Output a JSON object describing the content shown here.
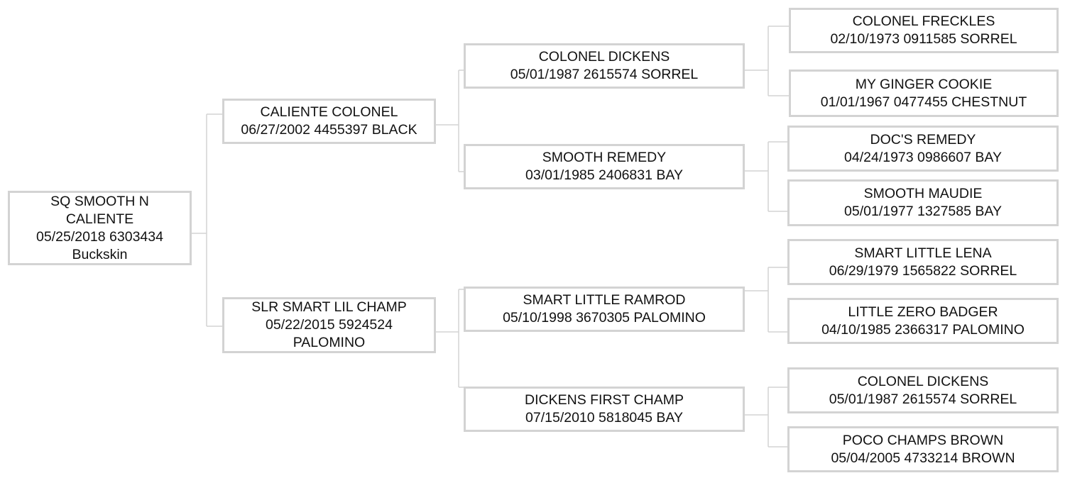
{
  "pedigree": {
    "root": {
      "lines": [
        "SQ SMOOTH N",
        "CALIENTE",
        "05/25/2018 6303434",
        "Buckskin"
      ]
    },
    "sire": {
      "lines": [
        "CALIENTE COLONEL",
        "06/27/2002 4455397 BLACK"
      ],
      "sire": {
        "lines": [
          "COLONEL DICKENS",
          "05/01/1987 2615574 SORREL"
        ],
        "sire": {
          "lines": [
            "COLONEL FRECKLES",
            "02/10/1973 0911585 SORREL"
          ]
        },
        "dam": {
          "lines": [
            "MY GINGER COOKIE",
            "01/01/1967 0477455 CHESTNUT"
          ]
        }
      },
      "dam": {
        "lines": [
          "SMOOTH REMEDY",
          "03/01/1985 2406831 BAY"
        ],
        "sire": {
          "lines": [
            "DOC'S REMEDY",
            "04/24/1973 0986607 BAY"
          ]
        },
        "dam": {
          "lines": [
            "SMOOTH MAUDIE",
            "05/01/1977 1327585 BAY"
          ]
        }
      }
    },
    "dam": {
      "lines": [
        "SLR SMART LIL CHAMP",
        "05/22/2015 5924524",
        "PALOMINO"
      ],
      "sire": {
        "lines": [
          "SMART LITTLE RAMROD",
          "05/10/1998 3670305 PALOMINO"
        ],
        "sire": {
          "lines": [
            "SMART LITTLE LENA",
            "06/29/1979 1565822 SORREL"
          ]
        },
        "dam": {
          "lines": [
            "LITTLE ZERO BADGER",
            "04/10/1985 2366317 PALOMINO"
          ]
        }
      },
      "dam": {
        "lines": [
          "DICKENS FIRST CHAMP",
          "07/15/2010 5818045 BAY"
        ],
        "sire": {
          "lines": [
            "COLONEL DICKENS",
            "05/01/1987 2615574 SORREL"
          ]
        },
        "dam": {
          "lines": [
            "POCO CHAMPS BROWN",
            "05/04/2005 4733214 BROWN"
          ]
        }
      }
    }
  },
  "colors": {
    "box_border": "#d3d3d3",
    "connector": "#d3d3d3",
    "text": "#111111",
    "background": "#ffffff"
  }
}
